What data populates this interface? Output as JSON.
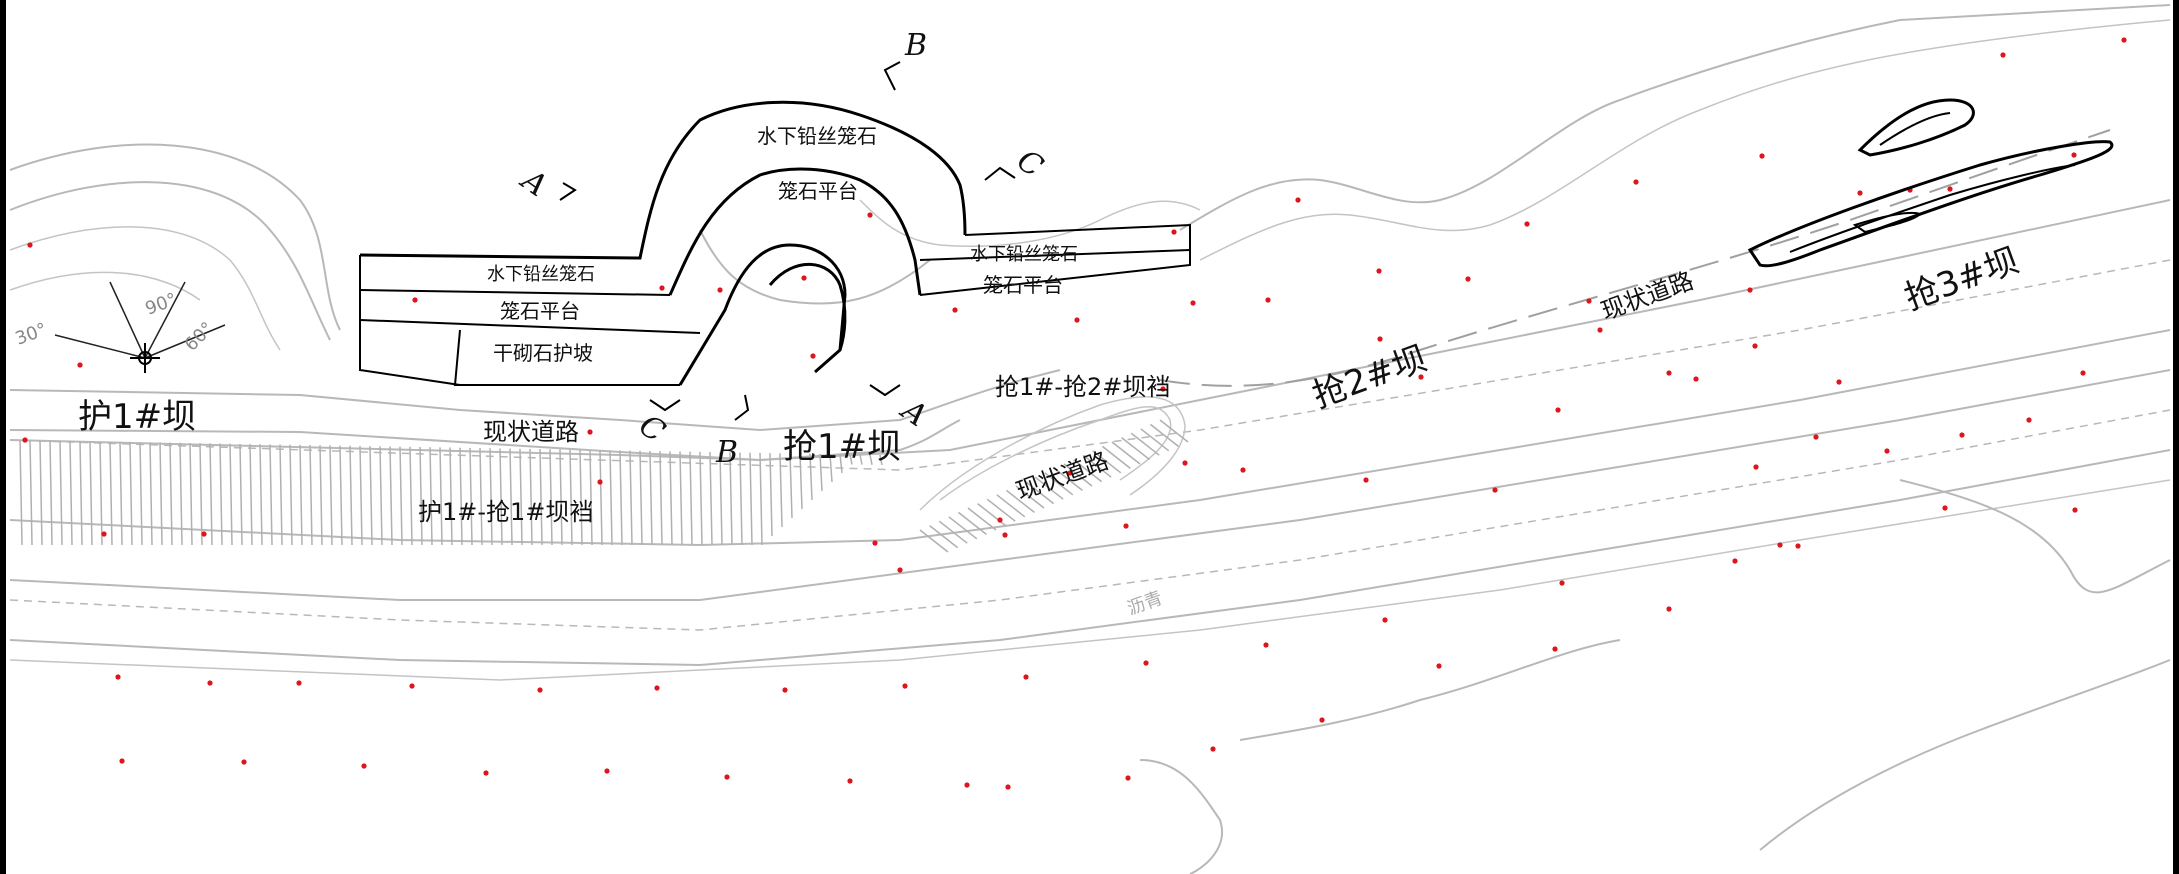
{
  "labels": {
    "hu1_dam": "护1#坝",
    "qiang1_dam": "抢1#坝",
    "qiang2_dam": "抢2#坝",
    "qiang3_dam": "抢3#坝",
    "hu1_qiang1_shoulder": "护1#-抢1#坝裆",
    "qiang1_qiang2_shoulder": "抢1#-抢2#坝裆",
    "road_1": "现状道路",
    "road_2": "现状道路",
    "road_3": "现状道路",
    "gabion_underwater_top": "水下铅丝笼石",
    "gabion_underwater_left": "水下铅丝笼石",
    "gabion_underwater_right": "水下铅丝笼石",
    "gabion_platform_top": "笼石平台",
    "gabion_platform_left": "笼石平台",
    "gabion_platform_right": "笼石平台",
    "dry_stone_slope": "干砌石护坡",
    "river_name": "沥青",
    "angle_30": "30°",
    "angle_90": "90°",
    "angle_60": "60°"
  },
  "sections": {
    "A_upper": "A",
    "A_lower": "A",
    "B_upper": "B",
    "B_lower": "B",
    "C_upper": "C",
    "C_lower": "C"
  },
  "colors": {
    "ink": "#000000",
    "terrain": "#b8b8b8",
    "survey_point": "#e0141c",
    "background": "#ffffff"
  }
}
